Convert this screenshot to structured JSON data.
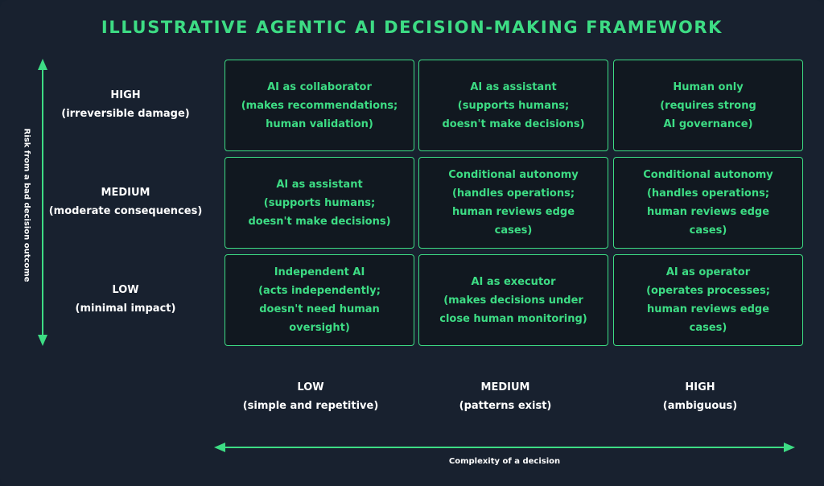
{
  "title": "ILLUSTRATIVE AGENTIC AI DECISION-MAKING FRAMEWORK",
  "y_axis": {
    "title": "Risk from a bad decision outcome",
    "levels": [
      {
        "name": "HIGH",
        "desc": "(irreversible damage)"
      },
      {
        "name": "MEDIUM",
        "desc": "(moderate consequences)"
      },
      {
        "name": "LOW",
        "desc": "(minimal impact)"
      }
    ]
  },
  "x_axis": {
    "title": "Complexity of a decision",
    "levels": [
      {
        "name": "LOW",
        "desc": "(simple and repetitive)"
      },
      {
        "name": "MEDIUM",
        "desc": "(patterns exist)"
      },
      {
        "name": "HIGH",
        "desc": "(ambiguous)"
      }
    ]
  },
  "grid": [
    [
      {
        "lines": [
          "AI as collaborator",
          "(makes recommendations;",
          "human validation)"
        ]
      },
      {
        "lines": [
          "AI as assistant",
          "(supports humans;",
          "doesn't make decisions)"
        ]
      },
      {
        "lines": [
          "Human only",
          "(requires strong",
          "AI governance)"
        ]
      }
    ],
    [
      {
        "lines": [
          "AI as assistant",
          "(supports humans;",
          "doesn't make decisions)"
        ]
      },
      {
        "lines": [
          "Conditional autonomy",
          "(handles operations;",
          "human reviews edge",
          "cases)"
        ]
      },
      {
        "lines": [
          "Conditional autonomy",
          "(handles operations;",
          "human reviews edge",
          "cases)"
        ]
      }
    ],
    [
      {
        "lines": [
          "Independent AI",
          "(acts independently;",
          "doesn't need human",
          "oversight)"
        ]
      },
      {
        "lines": [
          "AI as executor",
          "(makes decisions under",
          "close human monitoring)"
        ]
      },
      {
        "lines": [
          "AI as operator",
          "(operates processes;",
          "human reviews edge",
          "cases)"
        ]
      }
    ]
  ],
  "colors": {
    "background": "#18212f",
    "accent": "#3ddc84",
    "cell_fill": "#111820",
    "label_text": "#ffffff"
  }
}
